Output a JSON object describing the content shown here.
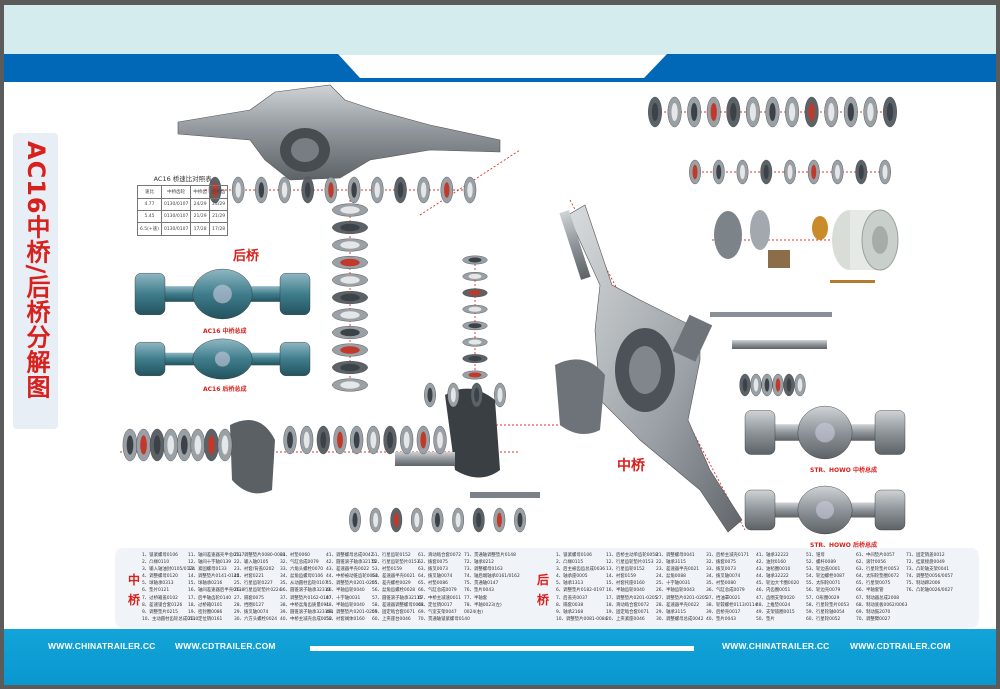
{
  "title": "AC16中桥/后桥分解图",
  "labels": {
    "rear_axle": "后桥",
    "middle_axle": "中桥",
    "ac16_middle_assembly": "AC16 中桥总成",
    "ac16_rear_assembly": "AC16 后桥总成",
    "str_howo_middle_assembly": "STR、HOWO 中桥总成",
    "str_howo_rear_assembly": "STR、HOWO 后桥总成"
  },
  "ratio_table": {
    "title": "AC16 桥速比对照表",
    "headers": [
      "速比",
      "中桥齿轮",
      "中桥齿",
      "后桥齿"
    ],
    "rows": [
      [
        "4.77",
        "0130/0107",
        "24/29",
        "24/29"
      ],
      [
        "5.45",
        "0130/0107",
        "21/29",
        "21/29"
      ],
      [
        "6.5(+速)",
        "0130/0107",
        "17/28",
        "17/28"
      ]
    ]
  },
  "parts_list": {
    "middle_label": "中桥",
    "rear_label": "后桥",
    "middle_columns": [
      [
        "1、锁紧螺母0106",
        "2、凸缘0110",
        "3、输入轴油封0105/0124",
        "4、调整螺母0120",
        "5、球轴承0313",
        "6、垫片0121",
        "7、过桥箱盖0102",
        "8、差速锁合套0126",
        "9、调整垫片0215",
        "10、主动圆柱齿轮总成0130"
      ],
      [
        "11、轴间差速器壳半总0137",
        "12、轴间十字轴0139",
        "13、紧固螺母0133",
        "14、调整垫片0141-0145",
        "15、球轴承0216",
        "16、轴间差速器后半壳0138",
        "17、后半轴齿轮0140",
        "18、过桥箱0101",
        "19、密封圈0086",
        "20、定位销0161"
      ],
      [
        "21、调整垫片0080-0084",
        "22、输入轴0105",
        "23、衬套/背盖0202",
        "24、衬套0221",
        "25、行星齿轮0227",
        "26、行星齿轮垫片0224",
        "27、隔套0075",
        "28、挡圈0127",
        "29、拨叉轴0074",
        "30、六方头螺栓0024"
      ],
      [
        "31、衬垫0060",
        "32、气缸总成0079",
        "33、六角头螺栓0070",
        "34、盆角齿螺母0106",
        "35、从动圆柱齿轮0107",
        "36、圆锥滚子轴承32313",
        "37、调整垫片0162-0197",
        "38、中桥盆角齿质量091",
        "39、圆锥滚子轴承32316B",
        "40、中桥主减壳总成0052"
      ],
      [
        "41、调整螺母总成0042",
        "42、圆锥滚子轴承32115",
        "43、差速器半壳0022",
        "44、中桥被动锥齿轮0063",
        "45、调整垫片0201-0205",
        "46、半轴齿轮0040",
        "47、十字轴0031",
        "48、半轴齿轮0040",
        "49、调整垫片0201-0205",
        "50、衬套阀体0160"
      ],
      [
        "51、行星齿轮0152",
        "52、行星齿轮垫片0153",
        "53、衬垫0159",
        "54、差速器半壳0021",
        "55、差壳螺栓0029",
        "56、盆角齿螺栓0028",
        "57、圆锥滚子轴承32115",
        "58、差速器调整螺母0041",
        "59、固定啮合套0071",
        "60、上夹座台0046"
      ],
      [
        "61、滑动啮合套0072",
        "62、拨套0075",
        "63、拨叉0073",
        "64、拨叉轴0074",
        "65、衬垫0086",
        "66、气缸总成0079",
        "67、中桥主减速0011",
        "68、定位销0017",
        "69、气室支架0047",
        "70、贯通轴锁紧螺母0140"
      ],
      [
        "71、贯通轴调整垫片0148",
        "72、轴承0212",
        "73、调整螺母0163",
        "74、轴后端轴承0161/0162",
        "75、贯通轴0147",
        "76、垫片0043",
        "77、半轴套",
        "78、半轴0023(左)",
        "0024(右)"
      ]
    ],
    "rear_columns": [
      [
        "1、锁紧螺母0106",
        "2、凸缘0115",
        "3、后主被齿齿总成0036",
        "4、轴承座0005",
        "5、轴承1313",
        "6、调整垫片0182-0197",
        "7、后盖壳0037",
        "8、隔套0038",
        "9、轴承2168",
        "10、调整垫片0081-0084"
      ],
      [
        "11、后桥主动单齿轮0058",
        "12、行星齿轮垫片0153",
        "13、行星齿轮0152",
        "14、衬套0159",
        "15、衬套托座0160",
        "16、半轴齿轮0040",
        "17、调整垫片0201-0205",
        "18、滑动啮合套0072",
        "19、固定啮合套0071",
        "20、上夹紧座0046"
      ],
      [
        "21、调整螺母0041",
        "22、轴承3115",
        "23、差速器半壳0021",
        "24、盆角0088",
        "25、十字轴0031",
        "26、半轴齿轮0043",
        "27、调整垫片0201-0205",
        "28、差速器半壳0022",
        "29、轴承3115",
        "30、调整螺母总成0042"
      ],
      [
        "31、后桥主减壳0171",
        "32、拨套0075",
        "33、拨叉0073",
        "34、拨叉轴0074",
        "35、衬垫0080",
        "36、气缸总成0079",
        "37、挡油罩0021",
        "38、轮毂螺栓0113/0114",
        "39、后桥壳0017",
        "40、垫片0043"
      ],
      [
        "41、轴承32222",
        "42、油封0160",
        "43、油毡圈0010",
        "44、轴承32222",
        "45、轮边大卡圈0020",
        "46、内齿圈0051",
        "47、齿圈支架0020",
        "48、上推垫0024",
        "49、支架锁圈0015",
        "50、垫片"
      ],
      [
        "51、锥母",
        "52、螺杆0089",
        "53、轮边盖0001",
        "54、轮边螺栓0087",
        "55、太阳轮0071",
        "56、轮边壳0079",
        "57、O形圈0029",
        "58、行星轮垫片0053",
        "59、行星轮轴0054",
        "60、行星轮0052"
      ],
      [
        "61、中间垫片0057",
        "62、滚针0056",
        "63、行星轮垫片0053",
        "64、太阳轮垫圈0072",
        "65、行星架0075",
        "66、半轴套管",
        "67、制动器总成2008",
        "68、制动底板0062/0063",
        "69、制动鼓2070",
        "70、调整臂0027"
      ],
      [
        "71、固定销盖0012",
        "72、挂紧接盘0049",
        "73、凸轮轴支架0041",
        "74、调整垫0056/0057",
        "75、制动蹄2006",
        "76、凸轮轴0026/0027"
      ]
    ]
  },
  "footer": {
    "link_1": "WWW.CHINATRAILER.CC",
    "link_2": "WWW.CDTRAILER.COM",
    "link_3": "WWW.CHINATRAILER.CC",
    "link_4": "WWW.CDTRAILER.COM"
  },
  "colors": {
    "brand_blue": "#0068b7",
    "header_light": "#d4ecee",
    "footer_blue": "#12a4d8",
    "accent_red": "#d8201c",
    "ac16_teal": "#3f7d8c"
  }
}
